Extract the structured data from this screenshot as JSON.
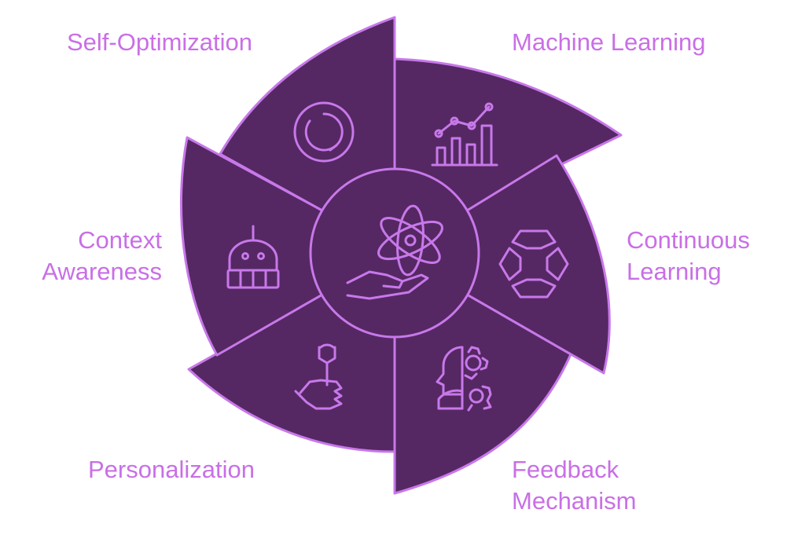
{
  "colors": {
    "segment_fill": "#552863",
    "outline": "#c878ea",
    "label_text": "#c96fe6",
    "background": "#ffffff"
  },
  "center": {
    "icon": "atom-in-hand-icon"
  },
  "segments": [
    {
      "label_lines": [
        "Self-Optimization"
      ],
      "icon": "refresh-circle-icon"
    },
    {
      "label_lines": [
        "Machine Learning"
      ],
      "icon": "chart-trend-icon"
    },
    {
      "label_lines": [
        "Continuous",
        "Learning"
      ],
      "icon": "hexagon-cycle-icon"
    },
    {
      "label_lines": [
        "Feedback",
        "Mechanism"
      ],
      "icon": "head-gears-icon"
    },
    {
      "label_lines": [
        "Personalization"
      ],
      "icon": "hand-wrench-icon"
    },
    {
      "label_lines": [
        "Context",
        "Awareness"
      ],
      "icon": "robot-icon"
    }
  ]
}
